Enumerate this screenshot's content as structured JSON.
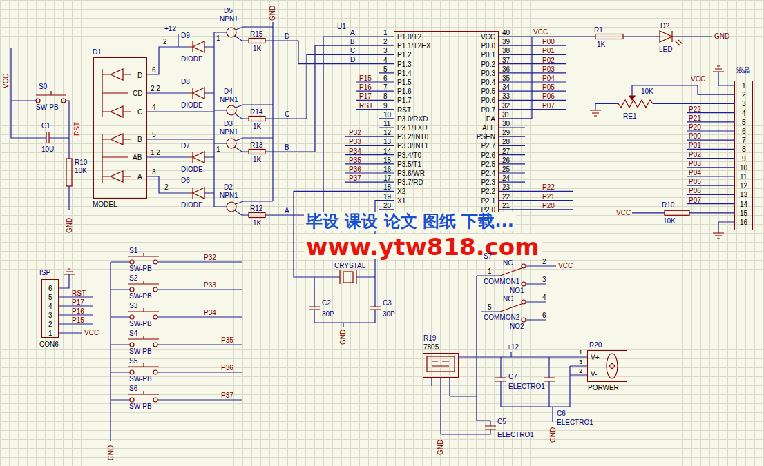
{
  "diagram": {
    "nodes": [
      {
        "text": [
          "D1",
          "D",
          "CD",
          "C",
          "B",
          "AB",
          "A",
          "MODEL"
        ]
      },
      {
        "text": [
          "U1",
          "P1.0/T2",
          "P1.1/T2EX",
          "P1.2",
          "P1.3",
          "P1.4",
          "P1.5",
          "P1.6",
          "P1.7",
          "RST",
          "P3.0/RXD",
          "P3.1/TXD",
          "P3.2/INT0",
          "P3.3/INT1",
          "P3.4/T0",
          "P3.5/T1",
          "P3.6/WR",
          "P3.7/RD",
          "X2",
          "X1",
          "VCC",
          "P0.0",
          "P0.1",
          "P0.2",
          "P0.3",
          "P0.4",
          "P0.5",
          "P0.6",
          "P0.7",
          "EA",
          "ALE",
          "PSEN",
          "P2.7",
          "P2.6",
          "P2.5",
          "P2.4",
          "P2.3",
          "P2.2",
          "P2.1",
          "P2.0"
        ]
      },
      {
        "text": [
          "液晶",
          "1",
          "2",
          "3",
          "4",
          "5",
          "6",
          "7",
          "8",
          "9",
          "10",
          "11",
          "12",
          "13",
          "14",
          "15",
          "16"
        ]
      },
      {
        "text": [
          "ISP",
          "6",
          "5",
          "4",
          "3",
          "2",
          "1",
          "CON6"
        ]
      },
      {
        "text": [
          "R19",
          "7805"
        ]
      },
      {
        "text": [
          "R20",
          "V+",
          "V-",
          "PORWER"
        ]
      }
    ],
    "edges": [
      {
        "from": 4,
        "to": 5,
        "arrow": "none"
      }
    ],
    "labels": [
      "VCC",
      "S0",
      "SW-PB",
      "RST",
      "C1",
      "10U",
      "R10",
      "10K",
      "GND",
      "+12",
      "2",
      "D9",
      "DIODE",
      "D8",
      "DIODE",
      "D7",
      "DIODE",
      "D6",
      "DIODE",
      "2",
      "6",
      "2 2",
      "4",
      "5",
      "1 2",
      "3",
      "D5",
      "NPN1",
      "1",
      "D4",
      "NPN1",
      "D3",
      "NPN1",
      "1",
      "D2",
      "NPN1",
      "GND",
      "R15",
      "1K",
      "R14",
      "1K",
      "R13",
      "1K",
      "R12",
      "1K",
      "D",
      "C",
      "B",
      "A",
      "A",
      "B",
      "C",
      "D",
      "P15",
      "P16",
      "P17",
      "RST",
      "P32",
      "P33",
      "P34",
      "P35",
      "P36",
      "P37",
      "1",
      "2",
      "3",
      "4",
      "5",
      "6",
      "7",
      "8",
      "9",
      "10",
      "11",
      "12",
      "13",
      "14",
      "15",
      "16",
      "17",
      "18",
      "19",
      "20",
      "40",
      "39",
      "38",
      "37",
      "36",
      "35",
      "34",
      "33",
      "32",
      "31",
      "30",
      "29",
      "28",
      "27",
      "26",
      "25",
      "24",
      "23",
      "22",
      "21",
      "VCC",
      "P00",
      "P01",
      "P02",
      "P03",
      "P04",
      "P05",
      "P06",
      "P07",
      "P22",
      "P21",
      "P20",
      "R1",
      "1K",
      "D?",
      "LED",
      "GND",
      "VCC",
      "10K",
      "RE1",
      "P22",
      "P21",
      "P20",
      "P00",
      "P01",
      "P02",
      "P03",
      "P04",
      "P05",
      "P06",
      "P07",
      "VCC",
      "R10",
      "10K",
      "毕设 课设 论文 图纸 下载...",
      "www.ytw818.com",
      "CRYSTAL",
      "C2",
      "30P",
      "C3",
      "30P",
      "GND",
      "S1",
      "SW-PB",
      "P32",
      "S2",
      "SW-PB",
      "P33",
      "S3",
      "SW-PB",
      "P34",
      "S4",
      "SW-PB",
      "P35",
      "S5",
      "SW-PB",
      "P36",
      "S6",
      "SW-PB",
      "P37",
      "GND",
      "RST",
      "P17",
      "P16",
      "P15",
      "VCC",
      "S7",
      "1",
      "NC",
      "2",
      "VCC",
      "COMMON1",
      "3",
      "NO1",
      "5",
      "NC",
      "4",
      "COMMON2",
      "6",
      "NO2",
      "+12",
      "C7",
      "ELECTRO1",
      "C6",
      "ELECTRO1",
      "C5",
      "ELECTRO1",
      "GND",
      "GND",
      "1",
      "3",
      "2"
    ]
  }
}
